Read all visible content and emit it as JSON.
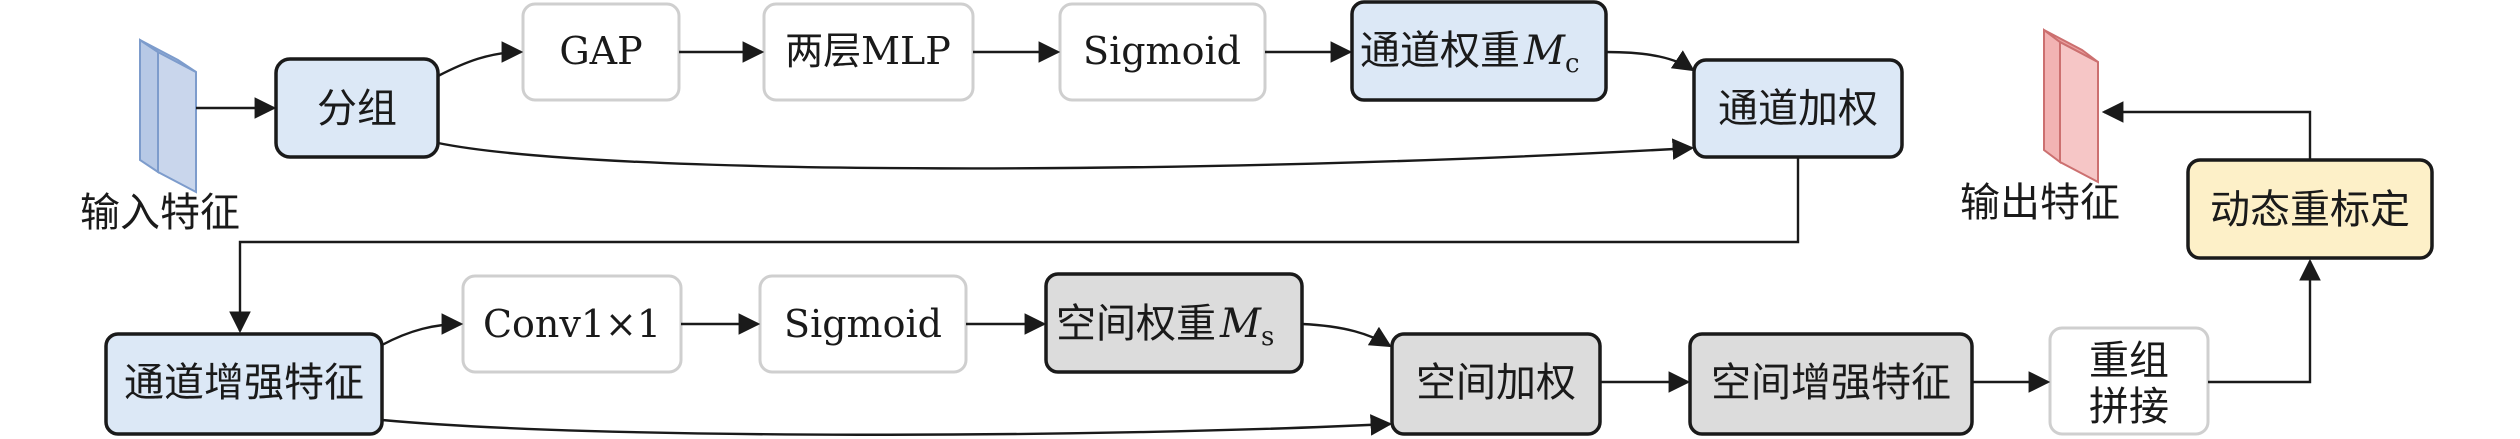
{
  "nodes": {
    "input_feature": "输入特征",
    "output_feature": "输出特征",
    "group": "分组",
    "gap": "GAP",
    "mlp": "两层MLP",
    "sigmoid_top": "Sigmoid",
    "channel_weight": "通道权重",
    "channel_weight_symbol": "M",
    "channel_weight_sub": "c",
    "channel_weighting": "通道加权",
    "channel_enhanced": "通道增强特征",
    "conv": "Conv1×1",
    "sigmoid_bottom": "Sigmoid",
    "spatial_weight": "空间权重",
    "spatial_weight_symbol": "M",
    "spatial_weight_sub": "s",
    "spatial_weighting": "空间加权",
    "spatial_enhanced": "空间增强特征",
    "regroup_line1": "重组",
    "regroup_line2": "拼接",
    "recalibration": "动态重标定"
  },
  "colors": {
    "blue_fill": "#dce8f6",
    "gray_fill": "#dcdcdc",
    "yellow_fill": "#fdf0c8",
    "input_cube": "#b7c9e6",
    "output_cube": "#f2b3b3"
  }
}
